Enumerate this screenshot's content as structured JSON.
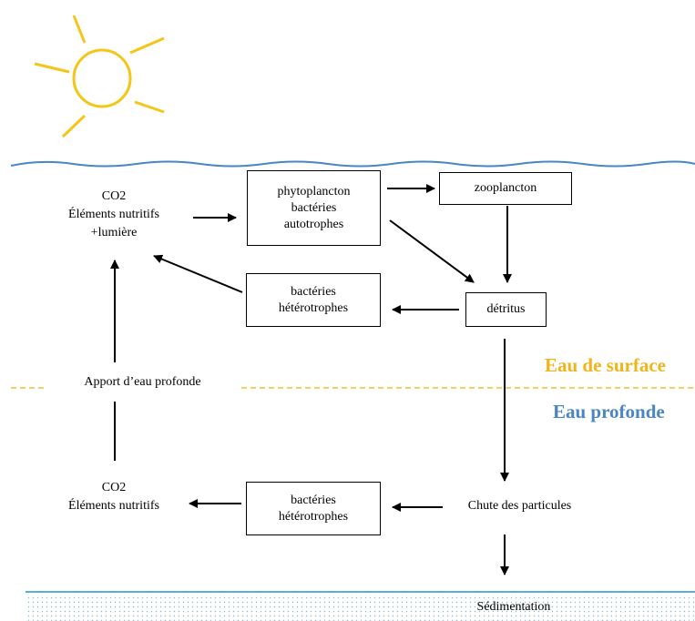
{
  "zones": {
    "surface": "Eau de surface",
    "deep": "Eau profonde"
  },
  "nodes": {
    "co2_top_l1": "CO2",
    "co2_top_l2": "Éléments nutritifs",
    "co2_top_l3": "+lumière",
    "phyto_l1": "phytoplancton",
    "phyto_l2": "bactéries",
    "phyto_l3": "autotrophes",
    "zooplancton": "zooplancton",
    "bact_top_l1": "bactéries",
    "bact_top_l2": "hétérotrophes",
    "detritus": "détritus",
    "apport": "Apport d’eau profonde",
    "co2_bot_l1": "CO2",
    "co2_bot_l2": "Éléments nutritifs",
    "bact_bot_l1": "bactéries",
    "bact_bot_l2": "hétérotrophes",
    "chute": "Chute des particules",
    "sedimentation": "Sédimentation"
  },
  "colors": {
    "sun": "#f5c518",
    "water_line": "#4a86c5",
    "surface_label": "#f0b41c",
    "deep_label": "#4a86c5",
    "dashed": "#f0c030",
    "sediment_line": "#5aaed0",
    "sediment_dots": "#8fb8c8"
  },
  "icons": {
    "sun": "sun-icon"
  }
}
